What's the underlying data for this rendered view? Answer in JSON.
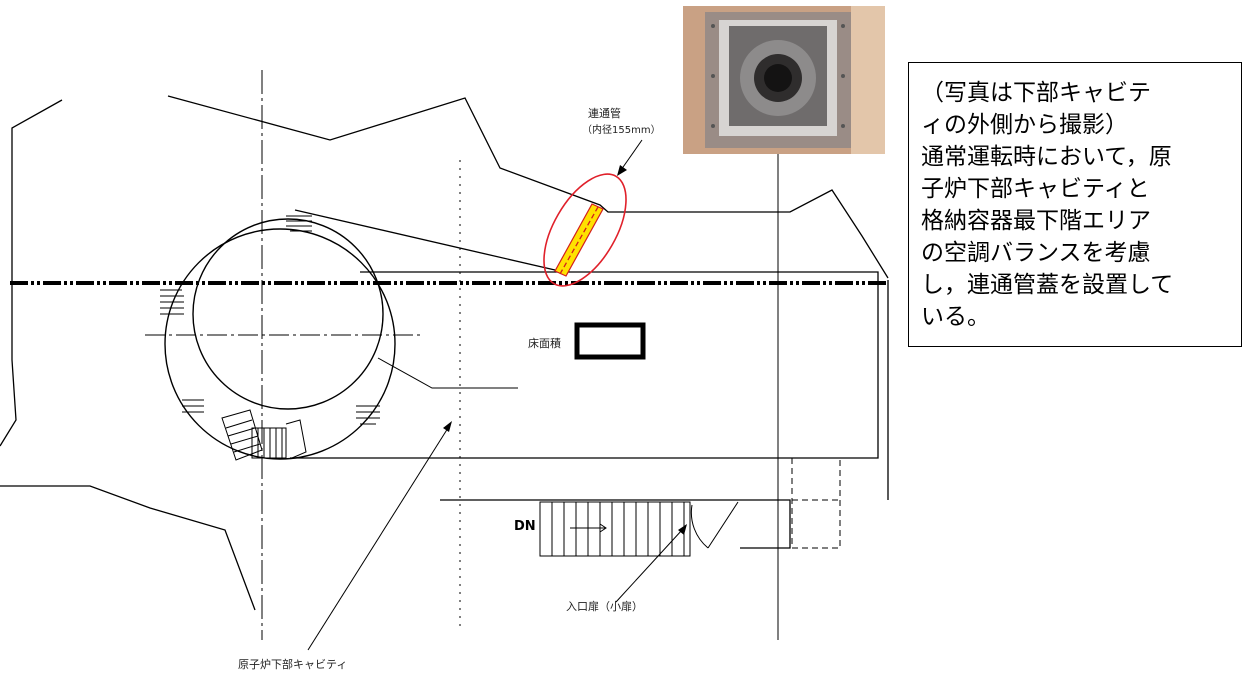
{
  "labels": {
    "pipe": "連通管",
    "pipe_diameter": "（内径155mm）",
    "floor_area": "床面積",
    "dn": "DN",
    "entrance": "入口扉（小扉）",
    "cavity": "原子炉下部キャビティ"
  },
  "note": {
    "lines": [
      "（写真は下部キャビテ",
      "ィの外側から撮影）",
      "通常運転時において，原",
      "子炉下部キャビティと",
      "格納容器最下階エリア",
      "の空調バランスを考慮",
      "し，連通管蓋を設置して",
      "いる。"
    ]
  },
  "colors": {
    "line": "#000000",
    "highlight_ellipse": "#e0202a",
    "pipe_fill": "#ffe100",
    "pipe_dash": "#d21e1e"
  }
}
